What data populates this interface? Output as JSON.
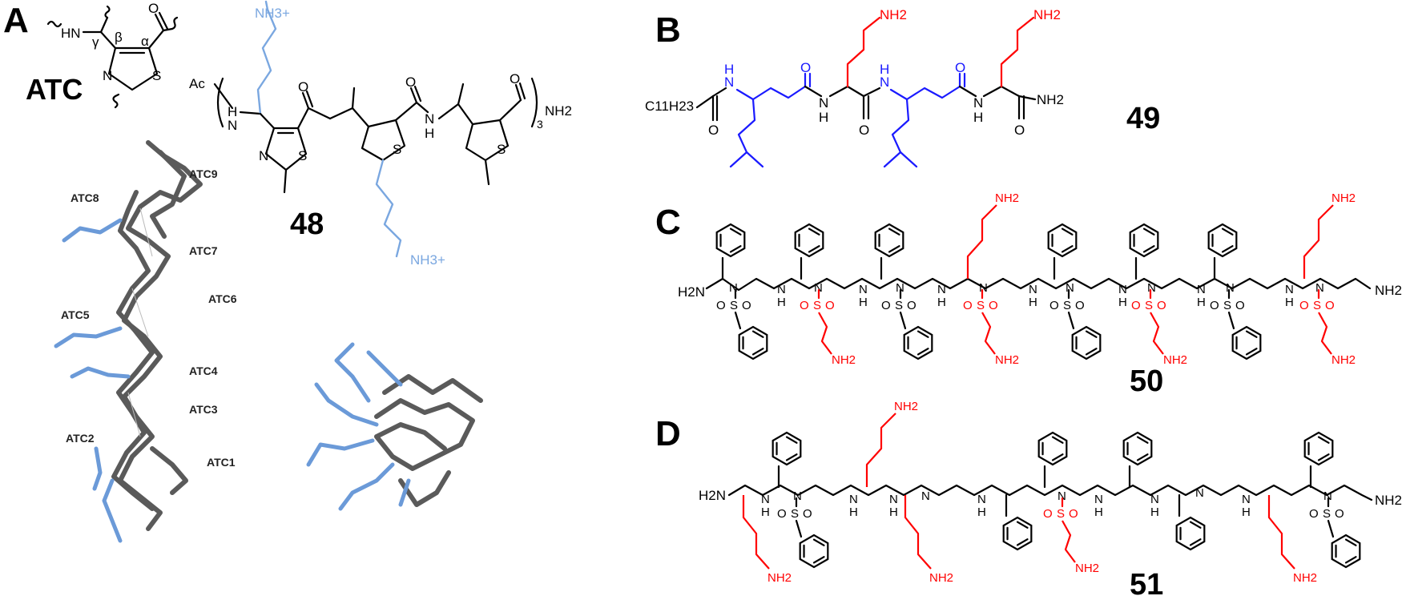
{
  "panels": {
    "a": "A",
    "b": "B",
    "c": "C",
    "d": "D"
  },
  "compounds": {
    "c48": "48",
    "c49": "49",
    "c50": "50",
    "c51": "51"
  },
  "atc_fragment": {
    "name": "ATC",
    "hn": "HN",
    "n": "N",
    "s": "S",
    "o": "O",
    "alpha": "α",
    "beta": "β",
    "gamma": "γ"
  },
  "struct48": {
    "ac": "Ac",
    "nh3_top": "NH3+",
    "nh3_bottom": "NH3+",
    "repeat": "3",
    "nh2": "NH2"
  },
  "atc_labels": [
    "ATC9",
    "ATC8",
    "ATC7",
    "ATC6",
    "ATC5",
    "ATC4",
    "ATC3",
    "ATC2",
    "ATC1"
  ],
  "struct49": {
    "tail": "C11H23",
    "nh2": "NH2"
  },
  "atoms": {
    "n": "N",
    "h": "H",
    "o": "O",
    "s": "S",
    "nh2": "NH2",
    "h2n": "H2N"
  },
  "colors": {
    "black": "#000000",
    "blue_backbone": "#1a1aff",
    "red_sidechain": "#ff0000",
    "light_blue": "#7aa7e0",
    "model_gray": "#5a5a5a"
  }
}
